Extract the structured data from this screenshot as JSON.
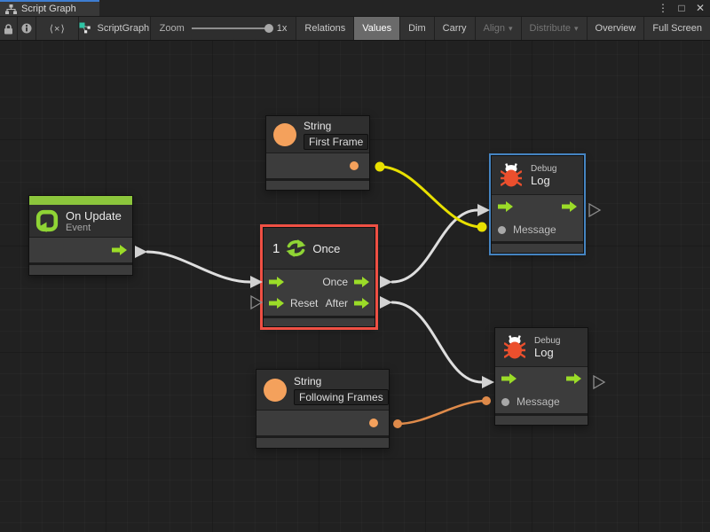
{
  "window": {
    "tab_title": "Script Graph",
    "controls": {
      "menu": "⋮",
      "maximize": "□",
      "close": "✕"
    }
  },
  "toolbar": {
    "code_icon": "⟨×⟩",
    "graph_button": "ScriptGraph",
    "zoom_label": "Zoom",
    "zoom_value": "1x",
    "caret": "▾",
    "buttons": [
      {
        "label": "Relations",
        "state": "normal"
      },
      {
        "label": "Values",
        "state": "active"
      },
      {
        "label": "Dim",
        "state": "normal"
      },
      {
        "label": "Carry",
        "state": "normal"
      },
      {
        "label": "Align",
        "state": "disabled",
        "dropdown": true
      },
      {
        "label": "Distribute",
        "state": "disabled",
        "dropdown": true
      },
      {
        "label": "Overview",
        "state": "normal"
      },
      {
        "label": "Full Screen",
        "state": "normal"
      }
    ]
  },
  "graph": {
    "string_top": {
      "title": "String",
      "value": "First Frame"
    },
    "on_update": {
      "title": "On Update",
      "subtitle": "Event"
    },
    "once": {
      "count": "1",
      "title": "Once",
      "out_once": "Once",
      "in_reset": "Reset",
      "out_after": "After"
    },
    "debug_top": {
      "kicker": "Debug",
      "title": "Log",
      "message_label": "Message"
    },
    "debug_bottom": {
      "kicker": "Debug",
      "title": "Log",
      "message_label": "Message"
    },
    "string_bottom": {
      "title": "String",
      "value": "Following Frames"
    }
  },
  "colors": {
    "selection_red": "#EF5044",
    "selection_blue": "#4584C1",
    "accent_green": "#9BDC28",
    "event_green": "#8CC63C",
    "value_orange": "#F4A15C",
    "wire_yellow": "#E8E000",
    "wire_orange": "#DE8A4A",
    "bug_red": "#EB4F2D",
    "focus_blue": "#3E7DD1"
  }
}
